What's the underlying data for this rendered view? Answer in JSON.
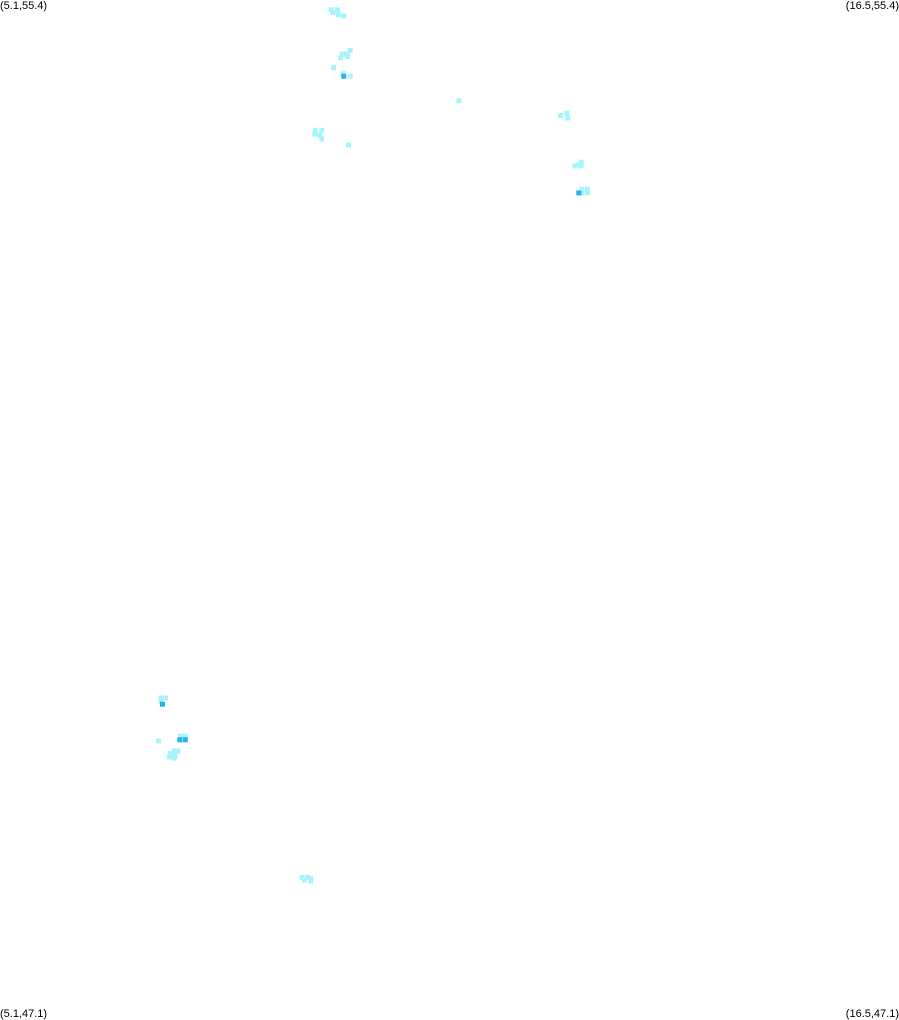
{
  "corners": {
    "top_left": "(5.1,55.4)",
    "top_right": "(16.5,55.4)",
    "bottom_left": "(5.1,47.1)",
    "bottom_right": "(16.5,47.1)"
  },
  "map": {
    "lon_min": 5.1,
    "lon_max": 16.5,
    "lat_min": 47.1,
    "lat_max": 55.4,
    "colors": {
      "light": "#a8f4fc",
      "medium": "#7ee6f8",
      "dark": "#27b3e6"
    },
    "points": [
      [
        9.3,
        55.32,
        "light"
      ],
      [
        9.38,
        55.32,
        "light"
      ],
      [
        9.32,
        55.3,
        "light"
      ],
      [
        9.39,
        55.28,
        "light"
      ],
      [
        9.46,
        55.27,
        "light"
      ],
      [
        9.54,
        54.99,
        "light"
      ],
      [
        9.5,
        54.96,
        "light"
      ],
      [
        9.44,
        54.96,
        "light"
      ],
      [
        9.51,
        54.94,
        "light"
      ],
      [
        9.42,
        54.93,
        "light"
      ],
      [
        9.33,
        54.85,
        "light"
      ],
      [
        9.45,
        54.8,
        "light"
      ],
      [
        9.46,
        54.78,
        "dark"
      ],
      [
        9.54,
        54.78,
        "light"
      ],
      [
        10.92,
        54.58,
        "light"
      ],
      [
        12.21,
        54.46,
        "light"
      ],
      [
        12.29,
        54.48,
        "light"
      ],
      [
        12.3,
        54.44,
        "light"
      ],
      [
        9.1,
        54.34,
        "light"
      ],
      [
        9.18,
        54.34,
        "light"
      ],
      [
        9.09,
        54.31,
        "light"
      ],
      [
        9.15,
        54.3,
        "light"
      ],
      [
        9.18,
        54.27,
        "light"
      ],
      [
        9.52,
        54.22,
        "light"
      ],
      [
        12.47,
        54.08,
        "light"
      ],
      [
        12.44,
        54.06,
        "light"
      ],
      [
        12.39,
        54.05,
        "light"
      ],
      [
        12.47,
        54.05,
        "light"
      ],
      [
        12.48,
        53.86,
        "light"
      ],
      [
        12.55,
        53.86,
        "light"
      ],
      [
        12.48,
        53.83,
        "light"
      ],
      [
        12.55,
        53.83,
        "light"
      ],
      [
        12.44,
        53.83,
        "dark"
      ],
      [
        7.14,
        49.72,
        "light"
      ],
      [
        7.2,
        49.72,
        "light"
      ],
      [
        7.14,
        49.69,
        "light"
      ],
      [
        7.16,
        49.67,
        "dark"
      ],
      [
        7.39,
        49.41,
        "light"
      ],
      [
        7.45,
        49.41,
        "light"
      ],
      [
        7.38,
        49.38,
        "dark"
      ],
      [
        7.45,
        49.38,
        "dark"
      ],
      [
        7.11,
        49.37,
        "light"
      ],
      [
        7.36,
        49.29,
        "light"
      ],
      [
        7.31,
        49.29,
        "light"
      ],
      [
        7.26,
        49.27,
        "light"
      ],
      [
        7.32,
        49.25,
        "light"
      ],
      [
        7.25,
        49.24,
        "light"
      ],
      [
        7.31,
        49.23,
        "light"
      ],
      [
        8.93,
        48.26,
        "light"
      ],
      [
        9.0,
        48.26,
        "light"
      ],
      [
        9.04,
        48.25,
        "light"
      ],
      [
        8.96,
        48.24,
        "light"
      ],
      [
        9.04,
        48.23,
        "light"
      ]
    ]
  }
}
